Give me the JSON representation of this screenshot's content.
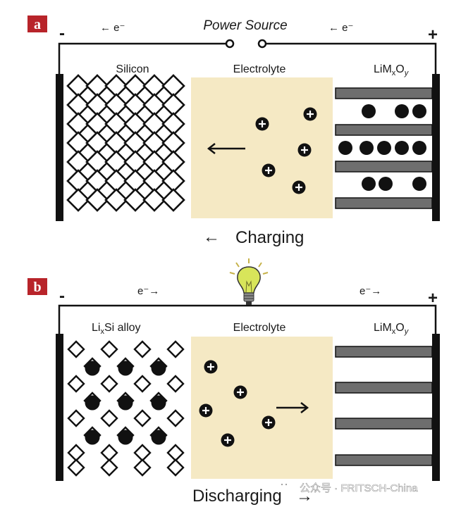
{
  "panel_a": {
    "badge": "a",
    "minus": "-",
    "plus": "+",
    "electron_left": "← e⁻",
    "electron_right": "← e⁻",
    "source_label": "Power Source",
    "anode_label": "Silicon",
    "electrolyte_label": "Electrolyte",
    "cathode_label": {
      "base": "LiM",
      "sub1": "x",
      "mid": "O",
      "sub2": "y"
    },
    "process_label": "Charging",
    "process_arrow": "←"
  },
  "panel_b": {
    "badge": "b",
    "minus": "-",
    "plus": "+",
    "electron_left": "e⁻→",
    "electron_right": "e⁻→",
    "anode_label": {
      "base": "Li",
      "sub": "x",
      "rest": "Si alloy"
    },
    "electrolyte_label": "Electrolyte",
    "cathode_label": {
      "base": "LiM",
      "sub1": "x",
      "mid": "O",
      "sub2": "y"
    },
    "process_label": "Discharging",
    "process_arrow": "→"
  },
  "watermark": "公众号 · FRITSCH-China",
  "ion_symbol": "+",
  "colors": {
    "electrolyte": "#f5e9c4",
    "badge": "#b8242a",
    "plate": "#6e6e6e",
    "ink": "#111111",
    "bulb": "#d8e55a"
  },
  "icons": [
    "lightbulb-icon",
    "wechat-icon"
  ]
}
